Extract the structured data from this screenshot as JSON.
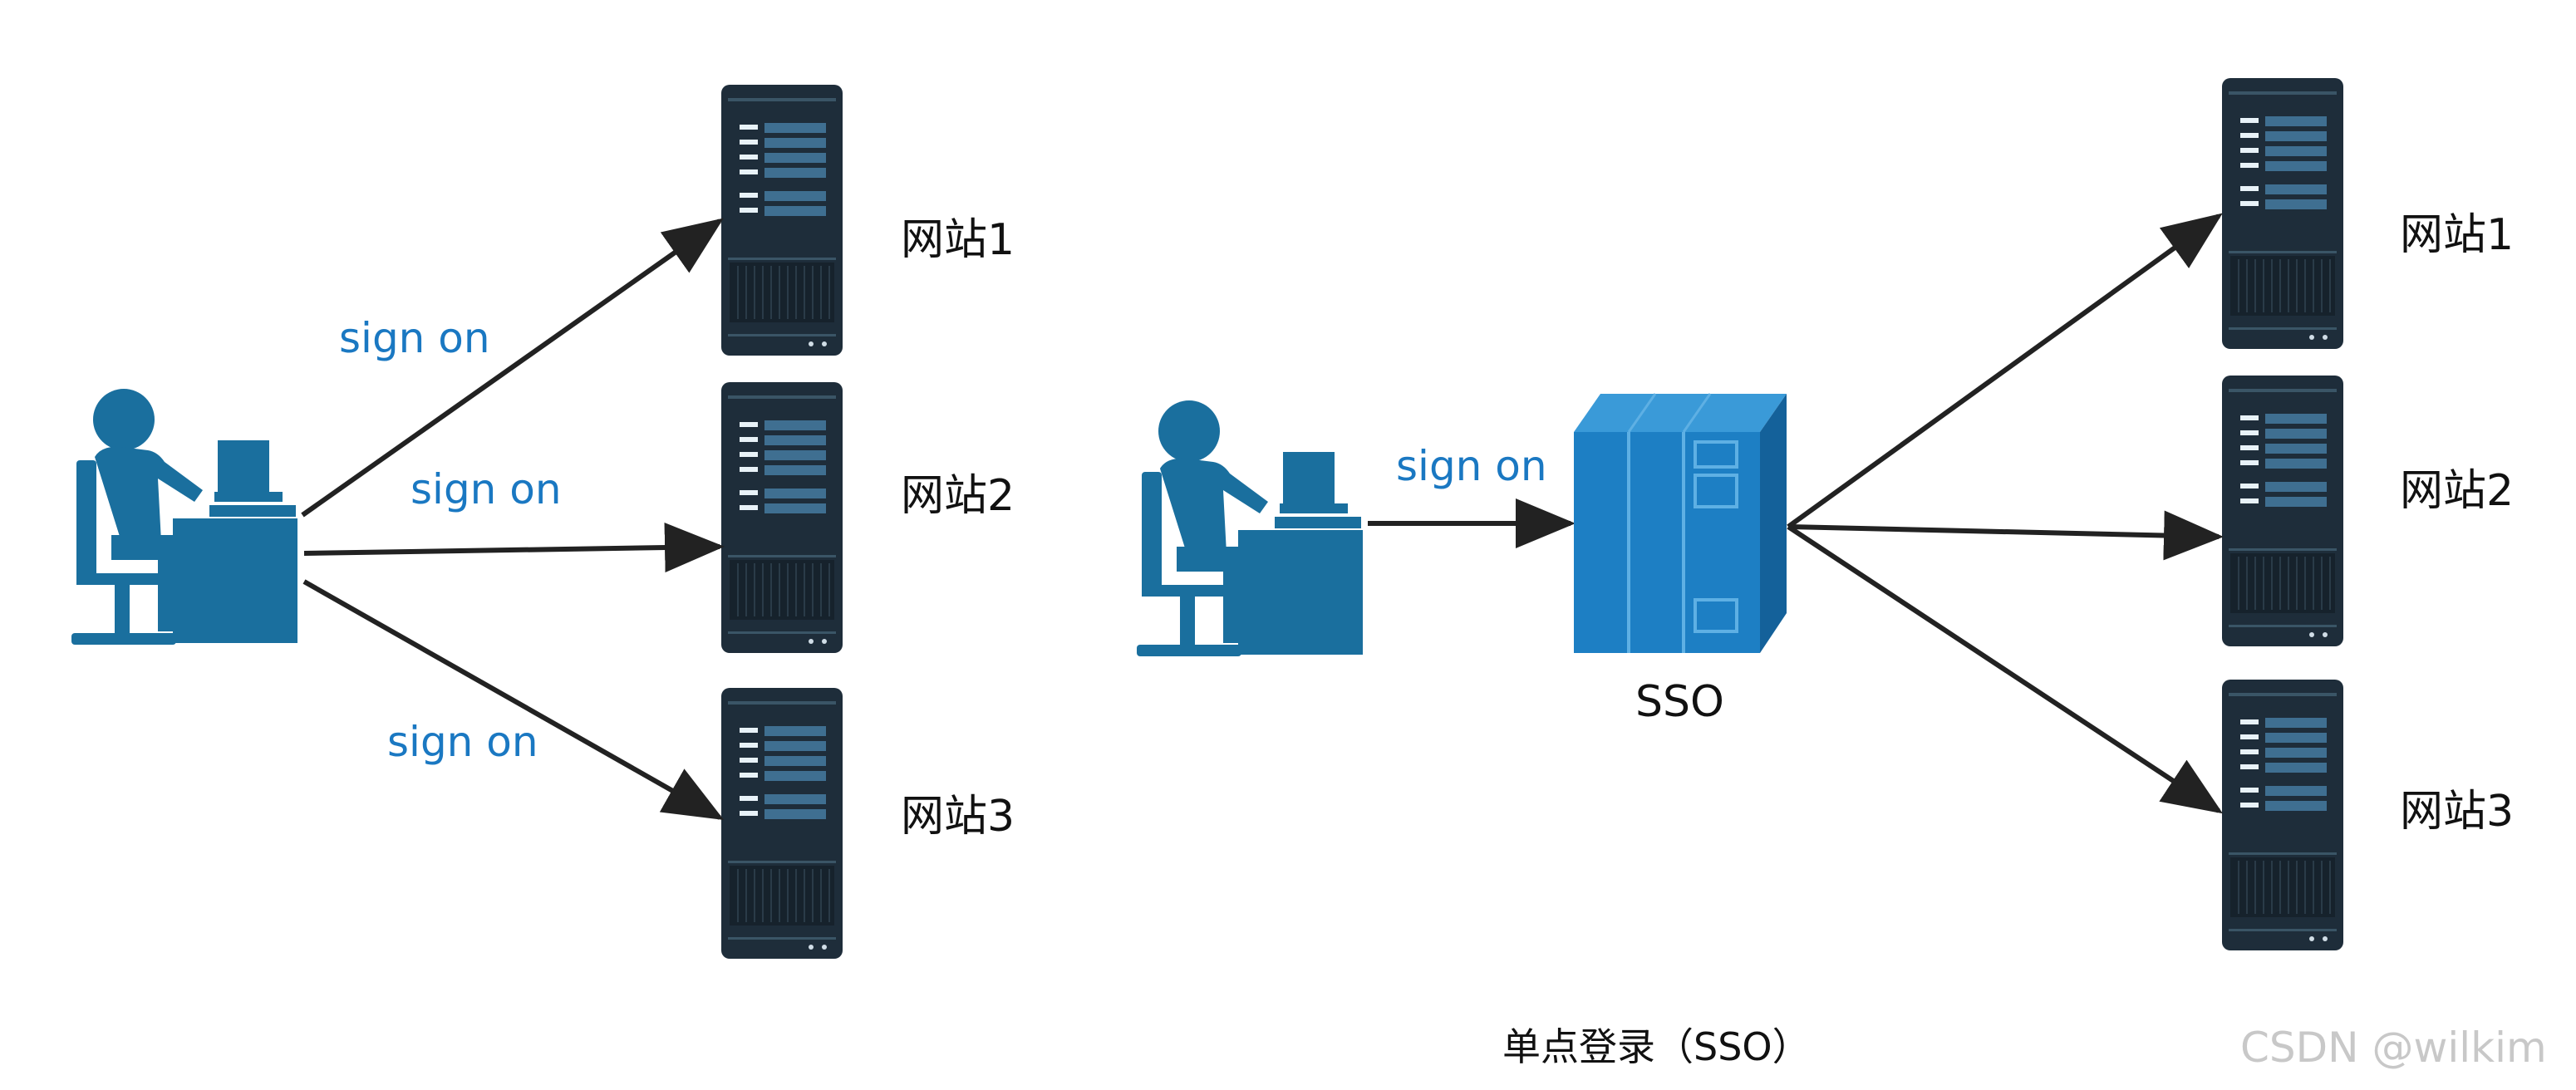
{
  "left_diagram": {
    "arrow_labels": [
      "sign on",
      "sign on",
      "sign on"
    ],
    "sites": [
      "网站1",
      "网站2",
      "网站3"
    ]
  },
  "right_diagram": {
    "arrow_label": "sign on",
    "sso_label": "SSO",
    "sites": [
      "网站1",
      "网站2",
      "网站3"
    ]
  },
  "caption": "单点登录（SSO）",
  "watermark": "CSDN @wilkim",
  "colors": {
    "user_blue": "#1a6f9e",
    "server_dark": "#1e2d3a",
    "sso_blue": "#1d7fc4",
    "label_blue": "#1a78c2"
  },
  "icons": [
    "user-at-computer-icon",
    "server-tower-icon",
    "sso-server-box-icon"
  ]
}
